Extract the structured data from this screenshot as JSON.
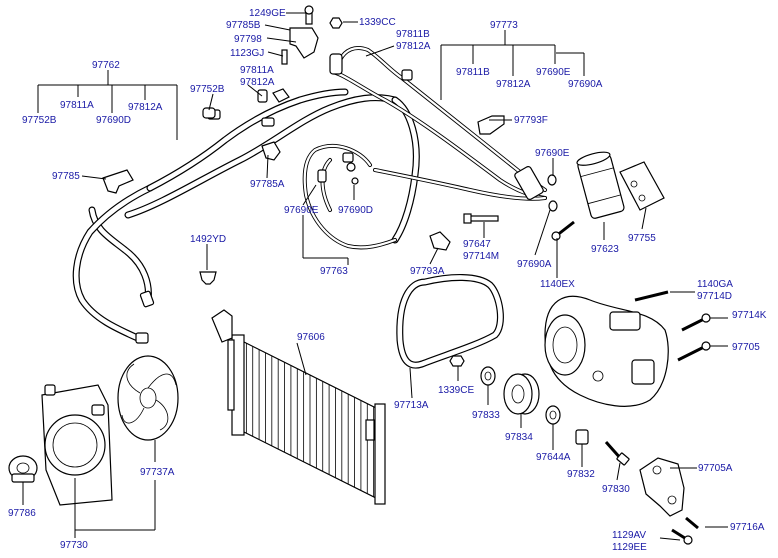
{
  "labels": {
    "p1249GE": "1249GE",
    "p97785B": "97785B",
    "p97798": "97798",
    "p1123GJ": "1123GJ",
    "p1339CC": "1339CC",
    "p97811B_top": "97811B",
    "p97812A_top": "97812A",
    "p97773": "97773",
    "p97811B_r": "97811B",
    "p97812A_r": "97812A",
    "p97690E_r": "97690E",
    "p97690A_r": "97690A",
    "p97762": "97762",
    "p97811A_l": "97811A",
    "p97812A_l": "97812A",
    "p97752B_l": "97752B",
    "p97690D_l": "97690D",
    "p97752B_m": "97752B",
    "p97811A_m": "97811A",
    "p97812A_m": "97812A",
    "p97793F": "97793F",
    "p97785": "97785",
    "p97785A": "97785A",
    "p97690E_c": "97690E",
    "p97690E_m": "97690E",
    "p97690D_m": "97690D",
    "p97763": "97763",
    "p1492YD": "1492YD",
    "p97647": "97647",
    "p97714M": "97714M",
    "p97793A": "97793A",
    "p97690A_m": "97690A",
    "p97623": "97623",
    "p97755": "97755",
    "p1140EX": "1140EX",
    "p1140GA": "1140GA",
    "p97714D": "97714D",
    "p97714K": "97714K",
    "p97705": "97705",
    "p97606": "97606",
    "p1339CE": "1339CE",
    "p97713A": "97713A",
    "p97833": "97833",
    "p97834": "97834",
    "p97644A": "97644A",
    "p97832": "97832",
    "p97830": "97830",
    "p97705A": "97705A",
    "p97716A": "97716A",
    "p1129AV": "1129AV",
    "p1129EE": "1129EE",
    "p97737A": "97737A",
    "p97786": "97786",
    "p97730": "97730"
  }
}
